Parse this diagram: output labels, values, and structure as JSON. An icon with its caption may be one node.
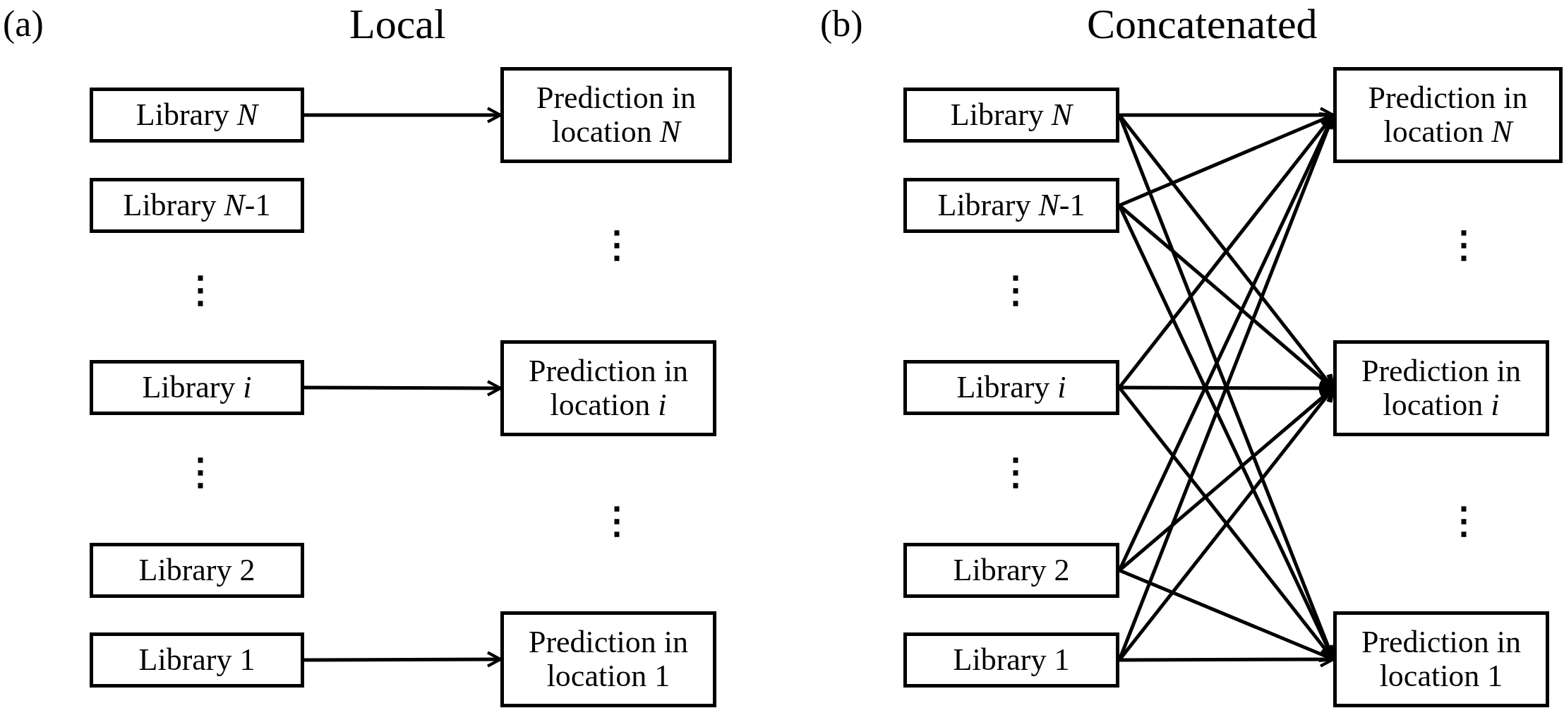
{
  "diagram": {
    "nodes": [
      {
        "text": [
          "Library *N*"
        ]
      },
      {
        "text": [
          "Library *N*-1"
        ]
      },
      {
        "text": [
          "Library *i*"
        ]
      },
      {
        "text": [
          "Library 2"
        ]
      },
      {
        "text": [
          "Library 1"
        ]
      },
      {
        "text": [
          "Prediction in location *N*"
        ]
      },
      {
        "text": [
          "Prediction in location *i*"
        ]
      },
      {
        "text": [
          "Prediction in location 1"
        ]
      },
      {
        "text": [
          "Library *N*"
        ]
      },
      {
        "text": [
          "Library *N*-1"
        ]
      },
      {
        "text": [
          "Library *i*"
        ]
      },
      {
        "text": [
          "Library 2"
        ]
      },
      {
        "text": [
          "Library 1"
        ]
      },
      {
        "text": [
          "Prediction in location *N*"
        ]
      },
      {
        "text": [
          "Prediction in location *i*"
        ]
      },
      {
        "text": [
          "Prediction in location 1"
        ]
      }
    ],
    "edges": [
      {
        "from": 0,
        "to": 5,
        "arrow": "to"
      },
      {
        "from": 2,
        "to": 6,
        "arrow": "to"
      },
      {
        "from": 4,
        "to": 7,
        "arrow": "to"
      },
      {
        "from": 8,
        "to": 13,
        "arrow": "to"
      },
      {
        "from": 8,
        "to": 14,
        "arrow": "to"
      },
      {
        "from": 8,
        "to": 15,
        "arrow": "to"
      },
      {
        "from": 9,
        "to": 13,
        "arrow": "to"
      },
      {
        "from": 9,
        "to": 14,
        "arrow": "to"
      },
      {
        "from": 9,
        "to": 15,
        "arrow": "to"
      },
      {
        "from": 10,
        "to": 13,
        "arrow": "to"
      },
      {
        "from": 10,
        "to": 14,
        "arrow": "to"
      },
      {
        "from": 10,
        "to": 15,
        "arrow": "to"
      },
      {
        "from": 11,
        "to": 13,
        "arrow": "to"
      },
      {
        "from": 11,
        "to": 14,
        "arrow": "to"
      },
      {
        "from": 11,
        "to": 15,
        "arrow": "to"
      },
      {
        "from": 12,
        "to": 13,
        "arrow": "to"
      },
      {
        "from": 12,
        "to": 14,
        "arrow": "to"
      },
      {
        "from": 12,
        "to": 15,
        "arrow": "to"
      }
    ],
    "labels": [
      "(a)",
      "Local",
      "(b)",
      "Concatenated",
      "⋮",
      "⋮",
      "⋮",
      "⋮",
      "⋮",
      "⋮",
      "⋮",
      "⋮"
    ]
  }
}
